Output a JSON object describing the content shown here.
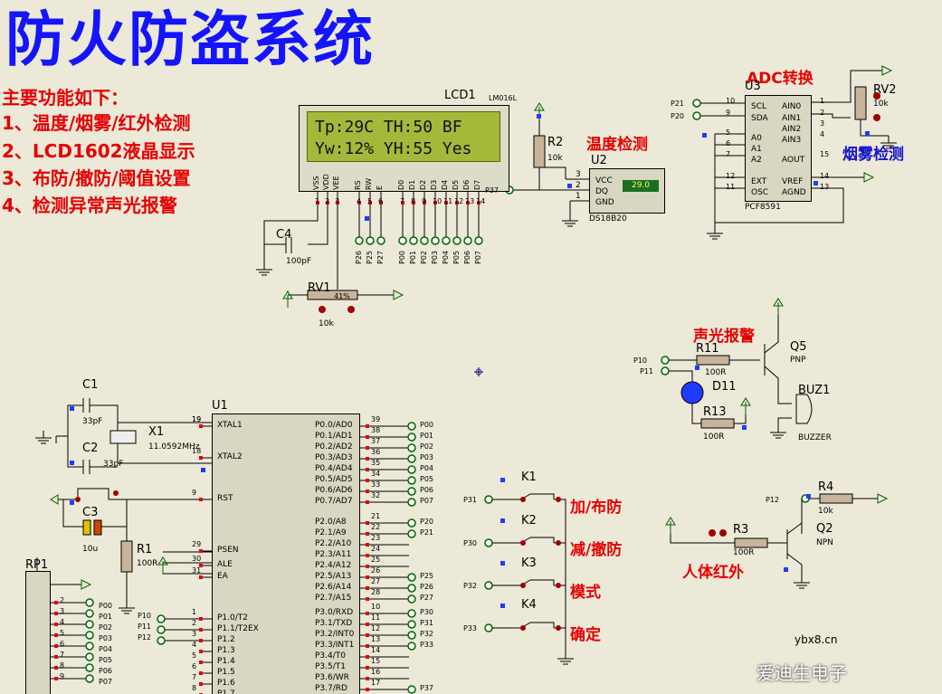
{
  "title": "防火防盗系统",
  "features": {
    "heading": "主要功能如下：",
    "items": [
      "1、温度/烟雾/红外检测",
      "2、LCD1602液晶显示",
      "3、布防/撤防/阈值设置",
      "4、检测异常声光报警"
    ]
  },
  "lcd": {
    "ref": "LCD1",
    "model": "LM016L",
    "line1": "Tp:29C TH:50  BF",
    "line2": "Yw:12% YH:55 Yes",
    "pins": [
      "VSS",
      "VDD",
      "VEE",
      "RS",
      "RW",
      "E",
      "D0",
      "D1",
      "D2",
      "D3",
      "D4",
      "D5",
      "D6",
      "D7"
    ],
    "pin_numbers": [
      "1",
      "2",
      "3",
      "4",
      "5",
      "6",
      "7",
      "8",
      "9",
      "10",
      "11",
      "12",
      "13",
      "14"
    ],
    "ports": [
      "P26",
      "P25",
      "P27",
      "P00",
      "P01",
      "P02",
      "P03",
      "P04",
      "P05",
      "P06",
      "P07"
    ]
  },
  "temp": {
    "label": "温度检测",
    "r_ref": "R2",
    "r_val": "10k",
    "u_ref": "U2",
    "model": "DS18B20",
    "display": "29.0",
    "pins": [
      "VCC",
      "DQ",
      "GND"
    ],
    "pin_numbers": [
      "3",
      "2",
      "1"
    ],
    "port": "P37"
  },
  "adc": {
    "label": "ADC转换",
    "ref": "U3",
    "model": "PCF8591",
    "left_pins": [
      "SCL",
      "SDA",
      "A0",
      "A1",
      "A2",
      "EXT",
      "OSC"
    ],
    "left_numbers": [
      "10",
      "9",
      "5",
      "6",
      "7",
      "12",
      "11"
    ],
    "right_pins": [
      "AIN0",
      "AIN1",
      "AIN2",
      "AIN3",
      "AOUT",
      "VREF",
      "AGND"
    ],
    "right_numbers": [
      "1",
      "2",
      "3",
      "4",
      "15",
      "14",
      "13"
    ],
    "ports": [
      "P21",
      "P20"
    ]
  },
  "smoke": {
    "label": "烟雾检测",
    "ref": "RV2",
    "val": "10k"
  },
  "contrast": {
    "c_ref": "C4",
    "c_val": "100pF",
    "rv_ref": "RV1",
    "rv_val": "10k",
    "rv_pct": "41%"
  },
  "alarm": {
    "label": "声光报警",
    "r11": "R11",
    "r11_val": "100R",
    "r13": "R13",
    "r13_val": "100R",
    "led": "D11",
    "q": "Q5",
    "q_type": "PNP",
    "buzzer": "BUZ1",
    "buzzer_type": "BUZZER",
    "ports": [
      "P10",
      "P11"
    ]
  },
  "ir": {
    "label": "人体红外",
    "r3": "R3",
    "r3_val": "100R",
    "r4": "R4",
    "r4_val": "10k",
    "q": "Q2",
    "q_type": "NPN",
    "port": "P12"
  },
  "keys": [
    {
      "ref": "K1",
      "port": "P31",
      "label": "加/布防"
    },
    {
      "ref": "K2",
      "port": "P30",
      "label": "减/撤防"
    },
    {
      "ref": "K3",
      "port": "P32",
      "label": "模式"
    },
    {
      "ref": "K4",
      "port": "P33",
      "label": "确定"
    }
  ],
  "clock": {
    "c1": "C1",
    "c1_val": "33pF",
    "c2": "C2",
    "c2_val": "33pF",
    "x1": "X1",
    "x1_val": "11.0592MHz",
    "c3": "C3",
    "c3_val": "10u",
    "r1": "R1",
    "r1_val": "100R",
    "pins": [
      "19",
      "18",
      "9",
      "29",
      "30",
      "31"
    ]
  },
  "mcu": {
    "ref": "U1",
    "left_pins": [
      "XTAL1",
      "XTAL2",
      "RST",
      "PSEN",
      "ALE",
      "EA",
      "P1.0/T2",
      "P1.1/T2EX",
      "P1.2",
      "P1.3",
      "P1.4",
      "P1.5",
      "P1.6",
      "P1.7"
    ],
    "left_numbers": [
      "19",
      "18",
      "9",
      "29",
      "30",
      "31",
      "1",
      "2",
      "3",
      "4",
      "5",
      "6",
      "7",
      "8"
    ],
    "left_ports": [
      "P10",
      "P11",
      "P12"
    ],
    "right_pins": [
      "P0.0/AD0",
      "P0.1/AD1",
      "P0.2/AD2",
      "P0.3/AD3",
      "P0.4/AD4",
      "P0.5/AD5",
      "P0.6/AD6",
      "P0.7/AD7",
      "P2.0/A8",
      "P2.1/A9",
      "P2.2/A10",
      "P2.3/A11",
      "P2.4/A12",
      "P2.5/A13",
      "P2.6/A14",
      "P2.7/A15",
      "P3.0/RXD",
      "P3.1/TXD",
      "P3.2/INT0",
      "P3.3/INT1",
      "P3.4/T0",
      "P3.5/T1",
      "P3.6/WR",
      "P3.7/RD"
    ],
    "right_numbers": [
      "39",
      "38",
      "37",
      "36",
      "35",
      "34",
      "33",
      "32",
      "21",
      "22",
      "23",
      "24",
      "25",
      "26",
      "27",
      "28",
      "10",
      "11",
      "12",
      "13",
      "14",
      "15",
      "16",
      "17"
    ],
    "right_ports": [
      "P00",
      "P01",
      "P02",
      "P03",
      "P04",
      "P05",
      "P06",
      "P07",
      "P20",
      "P21",
      "",
      "",
      "",
      "P25",
      "P26",
      "P27",
      "P30",
      "P31",
      "P32",
      "P33",
      "",
      "",
      "",
      "P37"
    ]
  },
  "rp1": {
    "ref": "RP1",
    "pins": [
      "2",
      "3",
      "4",
      "5",
      "6",
      "7",
      "8",
      "9"
    ],
    "ports": [
      "P00",
      "P01",
      "P02",
      "P03",
      "P04",
      "P05",
      "P06",
      "P07"
    ]
  },
  "watermark": {
    "url": "ybx8.cn",
    "text": "爱迪生电子"
  },
  "colors": {
    "title": "#1414ff",
    "label_red": "#e60000",
    "background": "#ece9d8",
    "lcd_screen": "#a4b83a",
    "wire": "#000000",
    "pin_red": "#e60000",
    "port_green": "#008000"
  }
}
